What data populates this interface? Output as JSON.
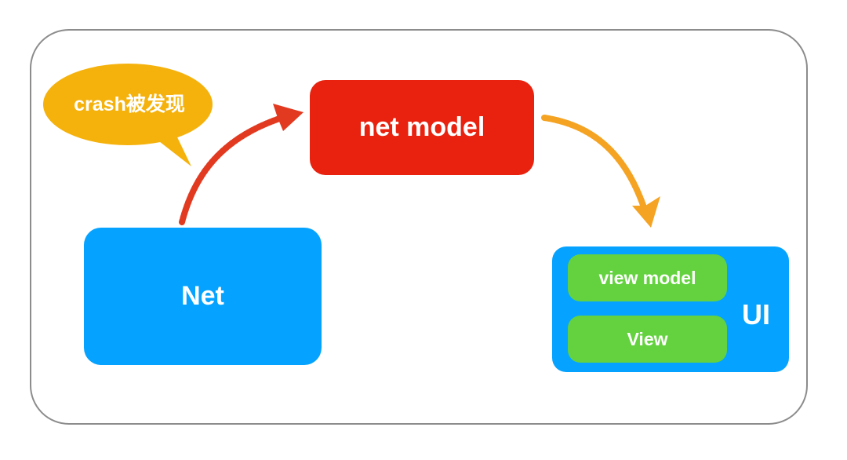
{
  "bubble": {
    "text": "crash被发现"
  },
  "net_model": {
    "label": "net model"
  },
  "net": {
    "label": "Net"
  },
  "ui": {
    "label": "UI",
    "view_model_label": "view model",
    "view_label": "View"
  },
  "colors": {
    "frame": "#8c8c8c",
    "net_model": "#e8220e",
    "net": "#05a3ff",
    "ui": "#05a3ff",
    "sub_boxes": "#63d23e",
    "bubble": "#f5b20c",
    "arrow_red": "#e23a20",
    "arrow_orange": "#f5a322"
  }
}
